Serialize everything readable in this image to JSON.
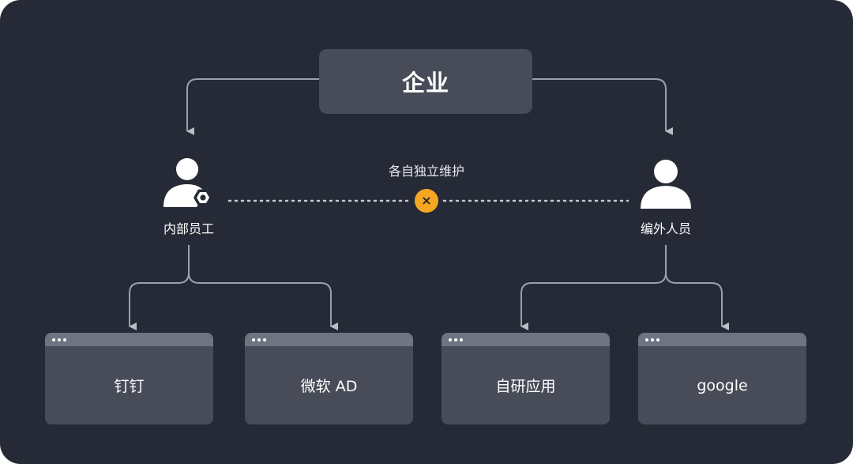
{
  "top": {
    "label": "企业"
  },
  "relation": {
    "label": "各自独立维护",
    "badge": "×"
  },
  "groups": [
    {
      "label": "内部员工",
      "icon": "user-gear-icon"
    },
    {
      "label": "编外人员",
      "icon": "user-icon"
    }
  ],
  "apps": [
    {
      "label": "钉钉"
    },
    {
      "label": "微软 AD"
    },
    {
      "label": "自研应用"
    },
    {
      "label": "google"
    }
  ],
  "colors": {
    "background": "#252a36",
    "box": "#474c58",
    "titlebar": "#6f7482",
    "connector": "#9aa0ad",
    "badge": "#f5a623"
  }
}
